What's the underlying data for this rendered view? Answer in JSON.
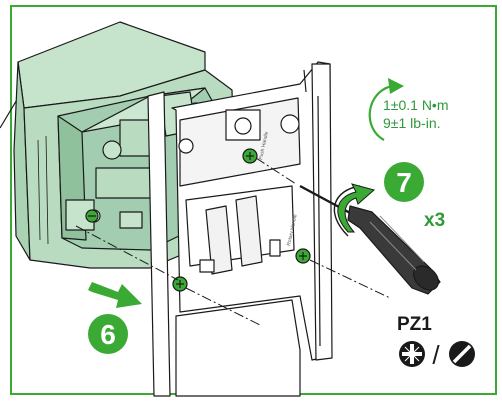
{
  "colors": {
    "frame": "#3aaa35",
    "accent_green": "#2e9a3a",
    "box_fill": "#b9dcc1",
    "box_shadow": "#8fc29c",
    "bracket_fill": "#ffffff",
    "line": "#1a1a1a",
    "screwdriver_handle": "#3a3a3a"
  },
  "icons": [
    "arrow-6-icon",
    "curved-arrow-icon",
    "pozidriv-head-icon",
    "slotted-head-icon",
    "screwdriver-icon"
  ],
  "torque": {
    "line1": "1±0.1 N•m",
    "line2": "9±1 lb-in."
  },
  "steps": {
    "push": "6",
    "tighten": "7"
  },
  "multiplier": "x3",
  "bit": {
    "label": "PZ1",
    "separator": "/"
  },
  "bracket_text": {
    "upper": "Push Handle",
    "lower": "Rotary Handle"
  }
}
